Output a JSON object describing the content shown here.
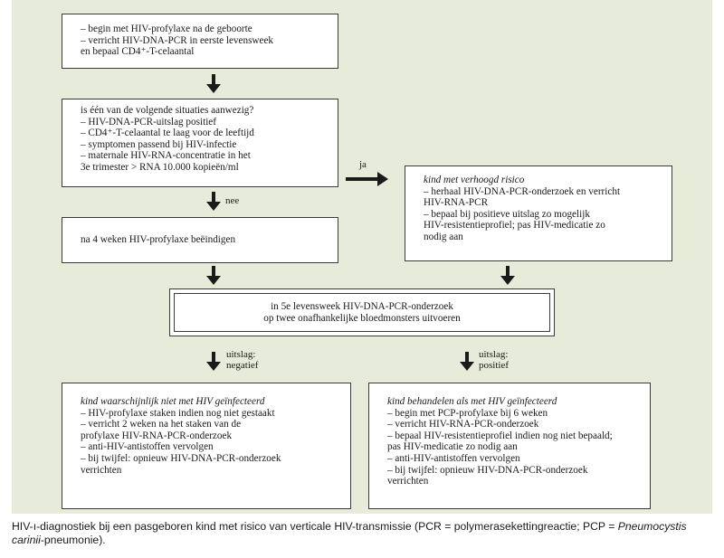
{
  "box1": {
    "lines": [
      "– begin met HIV-profylaxe na de geboorte",
      "– verricht HIV-DNA-PCR in eerste levensweek",
      "en bepaal CD4⁺-T-celaantal"
    ]
  },
  "box2": {
    "lines": [
      "is één van de volgende situaties aanwezig?",
      "– HIV-DNA-PCR-uitslag positief",
      "– CD4⁺-T-celaantal te laag voor de leeftijd",
      "– symptomen passend bij HIV-infectie",
      "– maternale HIV-RNA-concentratie in het",
      "3e trimester > RNA 10.000 kopieën/ml"
    ]
  },
  "box3": {
    "lines": [
      "na 4 weken HIV-profylaxe beëindigen"
    ]
  },
  "box4": {
    "heading": "kind met verhoogd risico",
    "lines": [
      "– herhaal HIV-DNA-PCR-onderzoek en verricht",
      "HIV-RNA-PCR",
      "– bepaal bij positieve uitslag zo mogelijk",
      "HIV-resistentieprofiel; pas HIV-medicatie zo",
      "nodig aan"
    ]
  },
  "box5": {
    "lines": [
      "in 5e levensweek HIV-DNA-PCR-onderzoek",
      "op twee onafhankelijke bloedmonsters uitvoeren"
    ]
  },
  "box6": {
    "heading": "kind waarschijnlijk niet met HIV geïnfecteerd",
    "lines": [
      "– HIV-profylaxe staken indien nog niet gestaakt",
      "– verricht 2 weken na het staken van de",
      "profylaxe HIV-RNA-PCR-onderzoek",
      "– anti-HIV-antistoffen vervolgen",
      "– bij twijfel: opnieuw HIV-DNA-PCR-onderzoek",
      "verrichten"
    ]
  },
  "box7": {
    "heading": "kind behandelen als met HIV geïnfecteerd",
    "lines": [
      "– begin met PCP-profylaxe bij 6 weken",
      "– verricht HIV-RNA-PCR-onderzoek",
      "– bepaal HIV-resistentieprofiel indien nog niet bepaald;",
      "pas HIV-medicatie zo nodig aan",
      "– anti-HIV-antistoffen vervolgen",
      "– bij twijfel: opnieuw HIV-DNA-PCR-onderzoek",
      "verrichten"
    ]
  },
  "labels": {
    "ja": "ja",
    "nee": "nee",
    "negatief": "uitslag:\nnegatief",
    "positief": "uitslag:\npositief"
  },
  "caption": {
    "part1": "HIV-ı-diagnostiek bij een pasgeboren kind met risico van verticale HIV-transmissie (PCR = polymerasekettingreactie; PCP =",
    "italic": "Pneumocystis carinii",
    "part2": "-pneumonie)."
  },
  "colors": {
    "panel": "#e6ecd9",
    "border": "#3a3a3a",
    "arrow": "#1a1a1a"
  }
}
